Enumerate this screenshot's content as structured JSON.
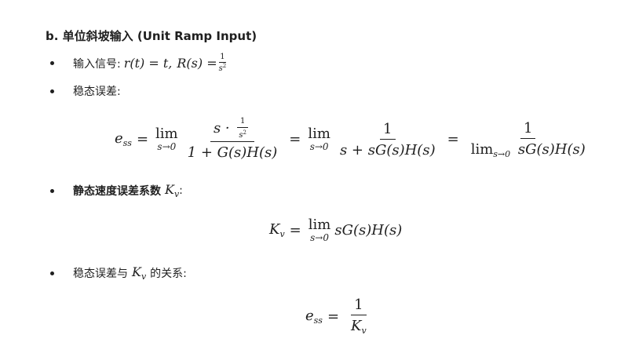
{
  "section": {
    "heading": "b. 单位斜坡输入 (Unit Ramp Input)"
  },
  "bullets": {
    "input_signal": {
      "label": "输入信号:",
      "r_expr": "r(t) = t,",
      "R_expr_lhs": "R(s) =",
      "R_frac_num": "1",
      "R_frac_den": "s",
      "R_frac_den_sup": "2"
    },
    "steady_error": {
      "label": "稳态误差:"
    },
    "velocity_const": {
      "label": "静态速度误差系数",
      "symbol": "K",
      "symbol_sub": "v",
      "suffix": ":"
    },
    "relation": {
      "label": "稳态误差与",
      "symbol": "K",
      "symbol_sub": "v",
      "suffix": "的关系:"
    }
  },
  "equations": {
    "ess_full": {
      "lhs": "e",
      "lhs_sub": "ss",
      "eq1": "=",
      "lim_word": "lim",
      "lim_sub": "s→0",
      "frac1_num": "s · ",
      "frac1_num_frac_num": "1",
      "frac1_num_frac_den": "s",
      "frac1_num_frac_den_sup": "2",
      "frac1_den": "1 + G(s)H(s)",
      "eq2": "=",
      "frac2_num": "1",
      "frac2_den": "s + sG(s)H(s)",
      "eq3": "=",
      "frac3_num": "1",
      "frac3_den_lim": "lim",
      "frac3_den_lim_sub": "s→0",
      "frac3_den_rest": "sG(s)H(s)"
    },
    "kv_def": {
      "lhs": "K",
      "lhs_sub": "v",
      "eq": "=",
      "lim_word": "lim",
      "lim_sub": "s→0",
      "rhs": "sG(s)H(s)"
    },
    "ess_kv": {
      "lhs": "e",
      "lhs_sub": "ss",
      "eq": "=",
      "frac_num": "1",
      "frac_den": "K",
      "frac_den_sub": "v"
    }
  }
}
